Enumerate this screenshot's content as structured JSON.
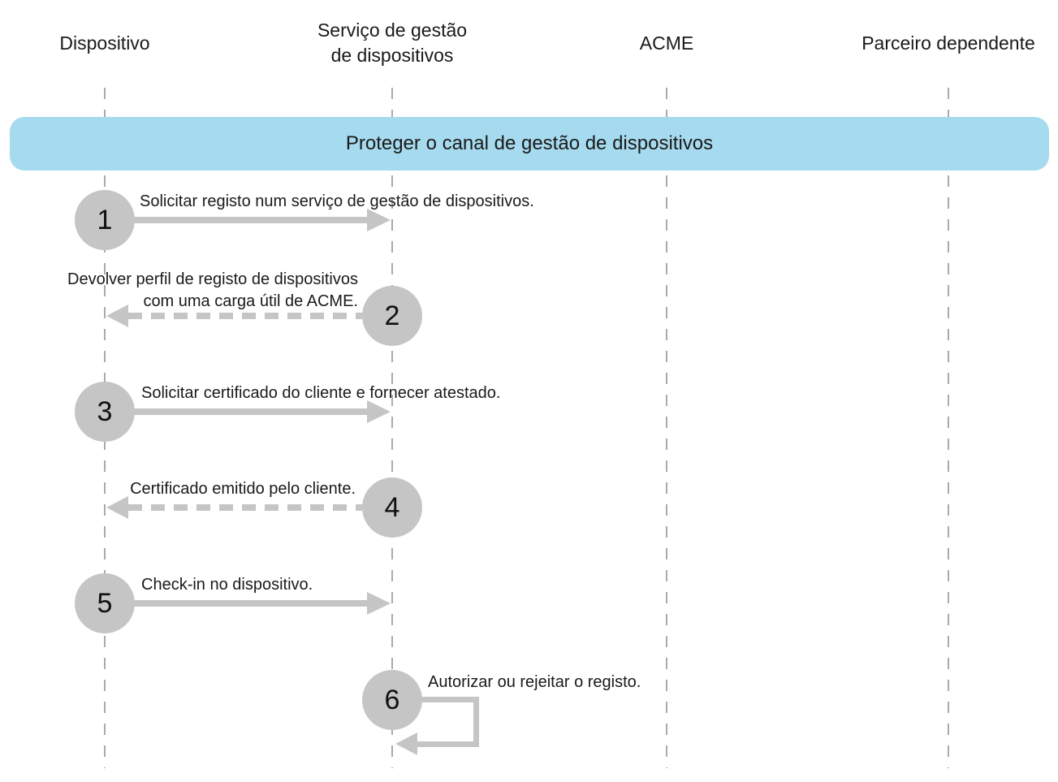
{
  "actors": [
    {
      "label": "Dispositivo"
    },
    {
      "label": "Serviço de gestão\nde dispositivos"
    },
    {
      "label": "ACME"
    },
    {
      "label": "Parceiro dependente"
    }
  ],
  "banner": {
    "label": "Proteger o canal de gestão de dispositivos"
  },
  "steps": [
    {
      "number": "1",
      "label": "Solicitar registo num serviço de gestão de dispositivos.",
      "from": "Dispositivo",
      "to": "Serviço de gestão de dispositivos",
      "arrow": "solid-right"
    },
    {
      "number": "2",
      "label_line1": "Devolver perfil de registo de dispositivos",
      "label_line2": "com uma carga útil de ACME.",
      "from": "Serviço de gestão de dispositivos",
      "to": "Dispositivo",
      "arrow": "dashed-left"
    },
    {
      "number": "3",
      "label": "Solicitar certificado do cliente e fornecer atestado.",
      "from": "Dispositivo",
      "to": "Serviço de gestão de dispositivos",
      "arrow": "solid-right"
    },
    {
      "number": "4",
      "label": "Certificado emitido pelo cliente.",
      "from": "Serviço de gestão de dispositivos",
      "to": "Dispositivo",
      "arrow": "dashed-left"
    },
    {
      "number": "5",
      "label": "Check-in no dispositivo.",
      "from": "Dispositivo",
      "to": "Serviço de gestão de dispositivos",
      "arrow": "solid-right"
    },
    {
      "number": "6",
      "label": "Autorizar ou rejeitar o registo.",
      "from": "Serviço de gestão de dispositivos",
      "to": "Serviço de gestão de dispositivos",
      "arrow": "self-loop"
    }
  ],
  "colors": {
    "background": "#ffffff",
    "banner_blue": "#a6daee",
    "shape_gray": "#c5c5c5",
    "lifeline_gray": "#aaaaaa",
    "text": "#1a1a1a"
  }
}
